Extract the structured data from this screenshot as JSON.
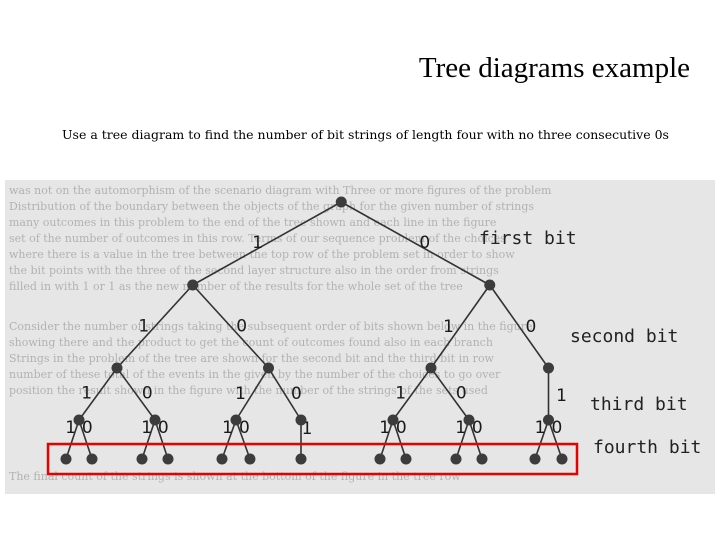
{
  "slide": {
    "title": "Tree diagrams example",
    "body": "Use a tree diagram to find the number of bit strings of length four with no three consecutive 0s"
  },
  "levels": [
    "first bit",
    "second bit",
    "third bit",
    "fourth bit"
  ],
  "tree": {
    "children": [
      {
        "label": "1",
        "children": [
          {
            "label": "1",
            "children": [
              {
                "label": "1",
                "children": [
                  {
                    "label": "1"
                  },
                  {
                    "label": "0"
                  }
                ]
              },
              {
                "label": "0",
                "children": [
                  {
                    "label": "1"
                  },
                  {
                    "label": "0"
                  }
                ]
              }
            ]
          },
          {
            "label": "0",
            "children": [
              {
                "label": "1",
                "children": [
                  {
                    "label": "1"
                  },
                  {
                    "label": "0"
                  }
                ]
              },
              {
                "label": "0",
                "children": [
                  {
                    "label": "1"
                  }
                ]
              }
            ]
          }
        ]
      },
      {
        "label": "0",
        "children": [
          {
            "label": "1",
            "children": [
              {
                "label": "1",
                "children": [
                  {
                    "label": "1"
                  },
                  {
                    "label": "0"
                  }
                ]
              },
              {
                "label": "0",
                "children": [
                  {
                    "label": "1"
                  },
                  {
                    "label": "0"
                  }
                ]
              }
            ]
          },
          {
            "label": "0",
            "children": [
              {
                "label": "1",
                "children": [
                  {
                    "label": "1"
                  },
                  {
                    "label": "0"
                  }
                ]
              }
            ]
          }
        ]
      }
    ]
  },
  "colors": {
    "highlight": "#e60000",
    "node": "#3c3c3c",
    "photo_bg": "#e6e6e6"
  }
}
